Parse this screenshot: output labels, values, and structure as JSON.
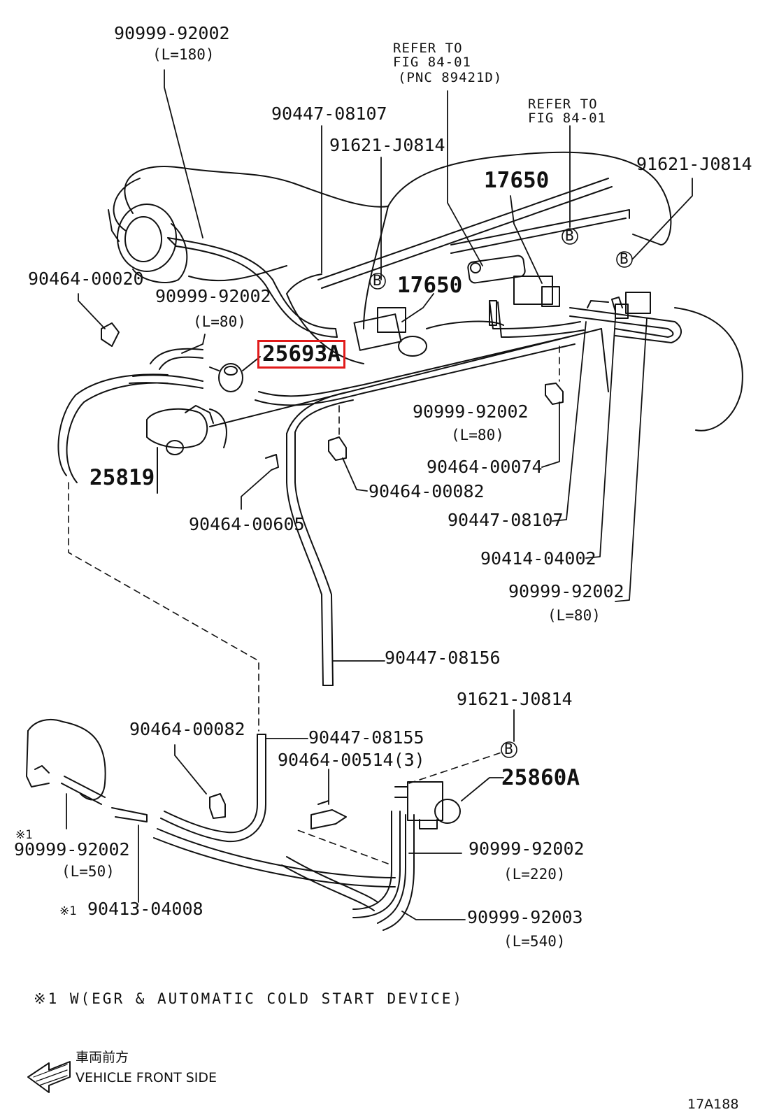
{
  "diagram_id": "17A188",
  "highlight_color": "#e11b1b",
  "labels": {
    "top_hose_pn": "90999-92002",
    "top_hose_len": "(L=180)",
    "refer1_line1": "REFER TO",
    "refer1_line2": "FIG 84-01",
    "refer1_line3": "(PNC 89421D)",
    "refer2_line1": "REFER TO",
    "refer2_line2": "FIG 84-01",
    "pn_90447_08107_top": "90447-08107",
    "pn_91621_j0814_a": "91621-J0814",
    "pn_91621_j0814_b": "91621-J0814",
    "pn_17650_a": "17650",
    "pn_17650_b": "17650",
    "pn_90464_00020": "90464-00020",
    "pn_90999_92002_mid": "90999-92002",
    "len_80_mid": "(L=80)",
    "pn_25693a": "25693A",
    "pn_25819": "25819",
    "pn_90464_00605": "90464-00605",
    "pn_90999_92002_c": "90999-92002",
    "len_80_c": "(L=80)",
    "pn_90464_00074": "90464-00074",
    "pn_90464_00082_a": "90464-00082",
    "pn_90447_08107_b": "90447-08107",
    "pn_90414_04002": "90414-04002",
    "pn_90999_92002_d": "90999-92002",
    "len_80_d": "(L=80)",
    "pn_90447_08156": "90447-08156",
    "pn_91621_j0814_c": "91621-J0814",
    "pn_90464_00082_b": "90464-00082",
    "pn_90447_08155": "90447-08155",
    "pn_90464_00514": "90464-00514(3)",
    "pn_25860a": "25860A",
    "mark_1a": "※1",
    "pn_90999_92002_e": "90999-92002",
    "len_50": "(L=50)",
    "mark_1b": "※1",
    "pn_90413_04008": "90413-04008",
    "pn_90999_92002_f": "90999-92002",
    "len_220": "(L=220)",
    "pn_90999_92003": "90999-92003",
    "len_540": "(L=540)",
    "footnote": "※1 W(EGR & AUTOMATIC COLD START DEVICE)",
    "front_jp": "車両前方",
    "front_en": "VEHICLE FRONT SIDE",
    "marker_b": "B"
  }
}
